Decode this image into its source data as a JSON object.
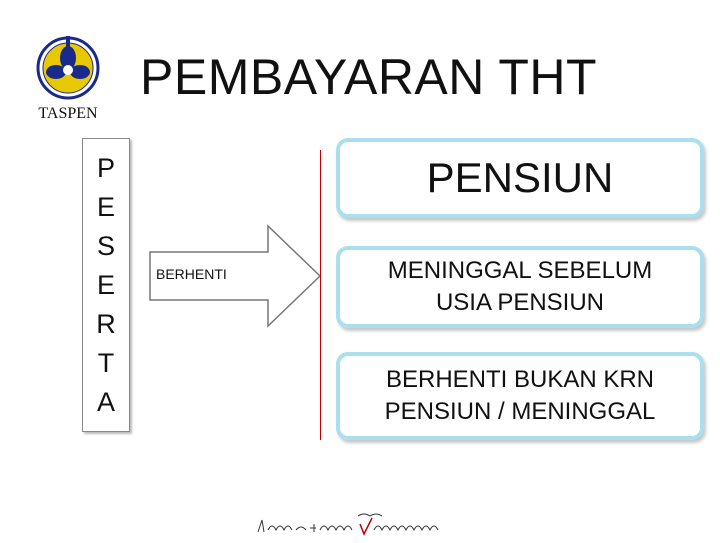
{
  "header": {
    "title": "PEMBAYARAN THT"
  },
  "logo": {
    "text": "TASPEN",
    "icon": "taspen-logo"
  },
  "side_box": {
    "letters": [
      "P",
      "E",
      "S",
      "E",
      "R",
      "T",
      "A"
    ]
  },
  "arrow": {
    "label": "BERHENTI",
    "icon": "right-arrow"
  },
  "options": [
    {
      "label": "PENSIUN"
    },
    {
      "label": "MENINGGAL  SEBELUM\nUSIA  PENSIUN"
    },
    {
      "label": "BERHENTI BUKAN KRN\nPENSIUN / MENINGGAL"
    }
  ],
  "footer": {
    "slogan": "Layanan & kinerja selalu ditingkatkan"
  },
  "colors": {
    "box_border": "#a9dfee",
    "divider": "#c00000",
    "logo_blue": "#1a2a8c"
  }
}
